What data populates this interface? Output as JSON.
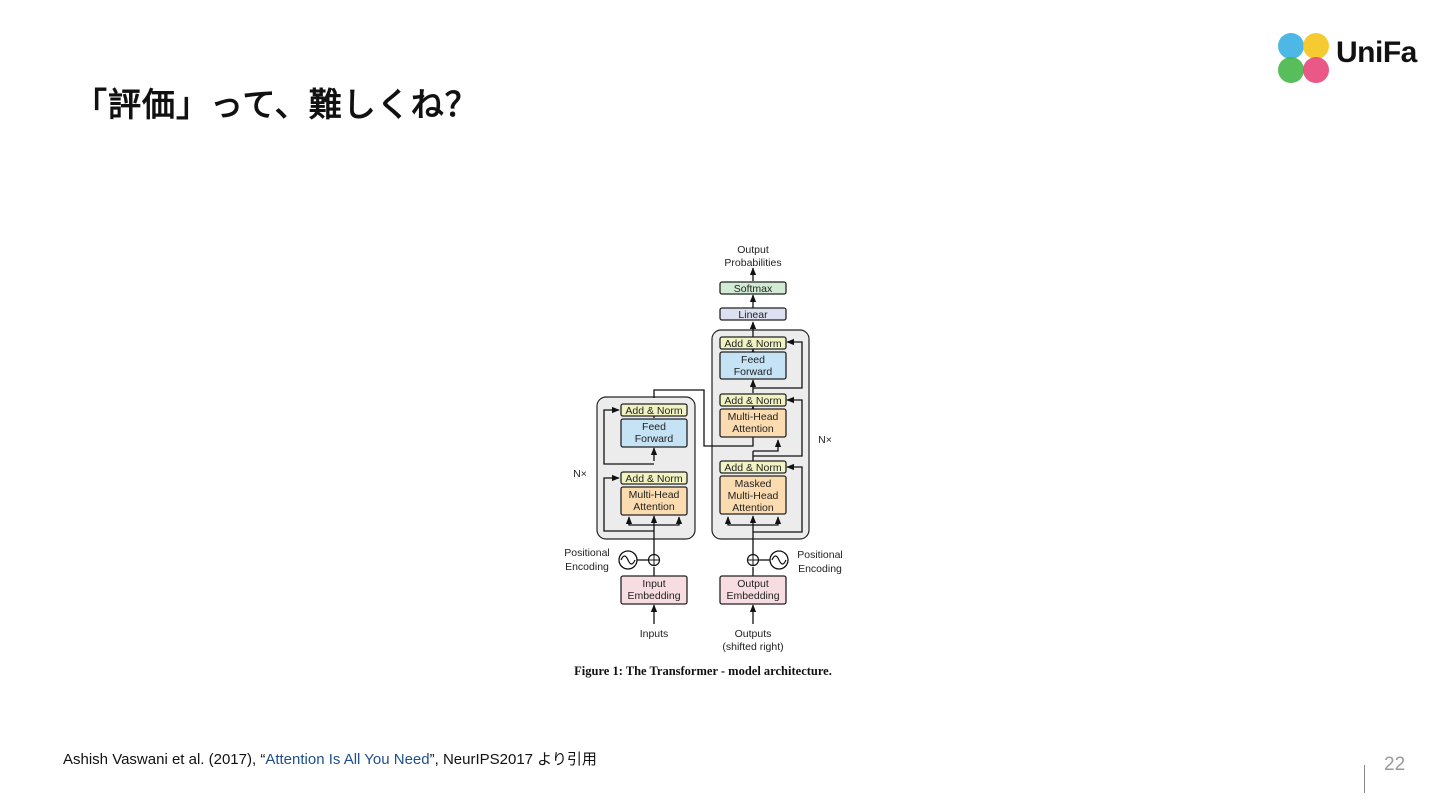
{
  "slide": {
    "title": "「評価」って、難しくね？",
    "page_number": "22"
  },
  "logo": {
    "text": "UniFa",
    "colors": [
      "#3ab0e2",
      "#f5c51c",
      "#46b649",
      "#e8467a"
    ]
  },
  "diagram": {
    "encoder": {
      "repeat": "N×",
      "add_norm": "Add & Norm",
      "feed_forward": [
        "Feed",
        "Forward"
      ],
      "attention": [
        "Multi-Head",
        "Attention"
      ],
      "pos_encoding": [
        "Positional",
        "Encoding"
      ],
      "embedding": [
        "Input",
        "Embedding"
      ],
      "input": "Inputs"
    },
    "decoder": {
      "repeat": "N×",
      "add_norm": "Add & Norm",
      "feed_forward": [
        "Feed",
        "Forward"
      ],
      "attention": [
        "Multi-Head",
        "Attention"
      ],
      "masked_attention": [
        "Masked",
        "Multi-Head",
        "Attention"
      ],
      "pos_encoding": [
        "Positional",
        "Encoding"
      ],
      "embedding": [
        "Output",
        "Embedding"
      ],
      "input": [
        "Outputs",
        "(shifted right)"
      ]
    },
    "head": {
      "linear": "Linear",
      "softmax": "Softmax",
      "output": [
        "Output",
        "Probabilities"
      ]
    },
    "colors": {
      "add_norm": "#f1f4c2",
      "feed_forward": "#c5e3f4",
      "attention": "#fbdcb0",
      "embedding": "#f7dde2",
      "linear": "#dde0f1",
      "softmax": "#d2ebd4",
      "block_bg": "#ececec"
    }
  },
  "caption": "Figure 1: The Transformer - model architecture.",
  "citation": {
    "prefix": "Ashish Vaswani et al. (2017), “",
    "link_text": "Attention Is All You Need",
    "suffix": "”, NeurIPS2017 より引用"
  }
}
